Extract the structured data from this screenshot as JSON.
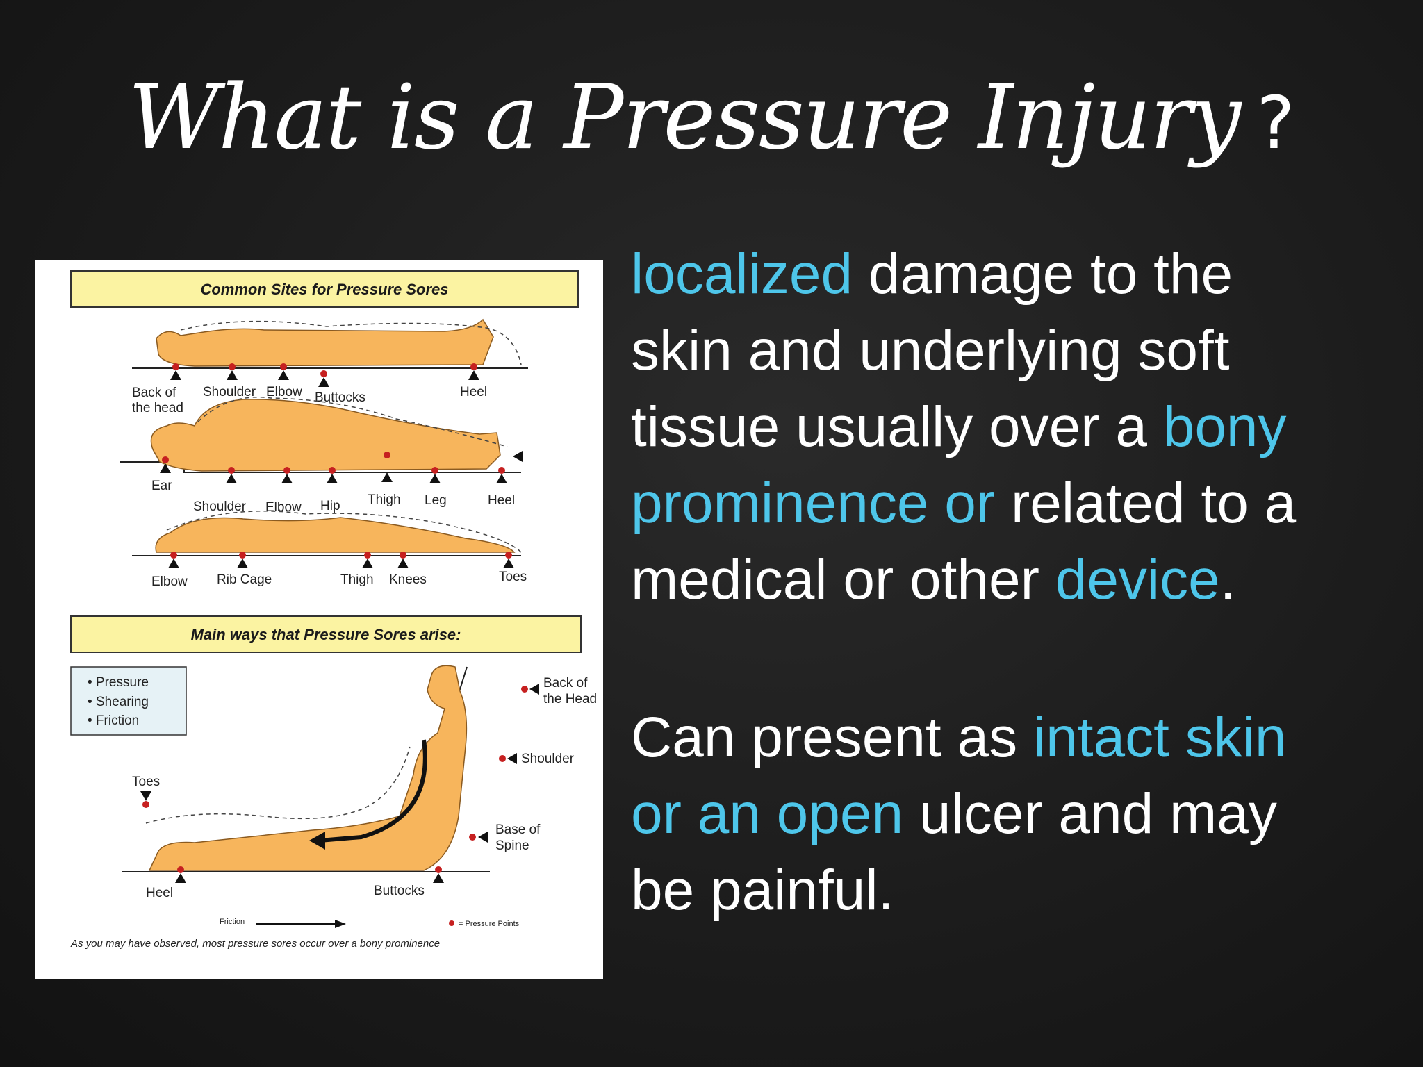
{
  "title": {
    "script_text": "What is a Pressure Injury",
    "mark": "?"
  },
  "accent_color": "#4ec6ea",
  "figure": {
    "header1": "Common Sites for Pressure Sores",
    "header2": "Main ways that Pressure Sores arise:",
    "labels": {
      "back_of_head": [
        "Back of",
        "the head"
      ],
      "shoulder_1": "Shoulder",
      "elbow_1": "Elbow",
      "buttocks_1": "Buttocks",
      "heel_1": "Heel",
      "ear": "Ear",
      "shoulder_2": "Shoulder",
      "elbow_2": "Elbow",
      "hip": "Hip",
      "thigh_2": "Thigh",
      "leg": "Leg",
      "heel_2": "Heel",
      "elbow_3": "Elbow",
      "rib_cage": "Rib Cage",
      "thigh_3": "Thigh",
      "knees": "Knees",
      "toes_3": "Toes",
      "back_of_head_2": [
        "Back of",
        "the Head"
      ],
      "shoulder_s": "Shoulder",
      "base_of_spine": [
        "Base of",
        "Spine"
      ],
      "toes_s": "Toes",
      "heel_s": "Heel",
      "buttocks_s": "Buttocks"
    },
    "ways": [
      "• Pressure",
      "• Shearing",
      "• Friction"
    ],
    "legend_friction": "Friction",
    "legend_points": "= Pressure Points",
    "caption": "As you may have observed, most pressure sores occur over a bony prominence"
  },
  "para1": [
    [
      {
        "t": "localized",
        "h": true
      },
      {
        "t": " damage to the",
        "h": false
      }
    ],
    [
      {
        "t": "skin and underlying soft",
        "h": false
      }
    ],
    [
      {
        "t": "tissue usually over a ",
        "h": false
      },
      {
        "t": "bony",
        "h": true
      }
    ],
    [
      {
        "t": "prominence or",
        "h": true
      },
      {
        "t": " related to a",
        "h": false
      }
    ],
    [
      {
        "t": "medical or other ",
        "h": false
      },
      {
        "t": "device",
        "h": true
      },
      {
        "t": ".",
        "h": false
      }
    ]
  ],
  "para2": [
    [
      {
        "t": "Can present as ",
        "h": false
      },
      {
        "t": "intact skin",
        "h": true
      }
    ],
    [
      {
        "t": "or an open",
        "h": true
      },
      {
        "t": " ulcer and may",
        "h": false
      }
    ],
    [
      {
        "t": "be painful.",
        "h": false
      }
    ]
  ]
}
